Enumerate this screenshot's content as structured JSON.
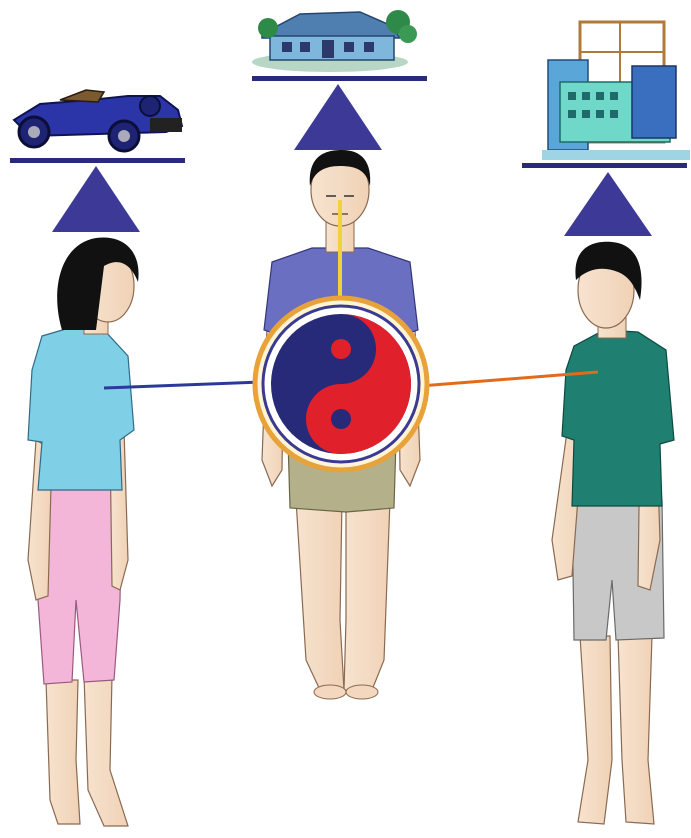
{
  "diagram": {
    "colors": {
      "background": "#ffffff",
      "platform": "#2a2a7a",
      "triangle": "#3c3a96",
      "yin_yang_dark": "#262a78",
      "yin_yang_red": "#e0202a",
      "ring_gold": "#e8a23a",
      "line_blue": "#2b3a9a",
      "line_orange": "#e26a1c",
      "line_yellow": "#f2d23a"
    },
    "objects": [
      {
        "name": "car",
        "icon": "vintage-car-icon"
      },
      {
        "name": "house",
        "icon": "house-icon"
      },
      {
        "name": "building",
        "icon": "building-icon"
      }
    ],
    "people": [
      {
        "name": "woman",
        "shirt": "#7fd0e6",
        "pants": "#f4b6d8",
        "hair": "#111111"
      },
      {
        "name": "center-person",
        "shirt": "#6a6fc2",
        "shorts": "#b4b08a",
        "hair": "#111111"
      },
      {
        "name": "man",
        "shirt": "#1f7f70",
        "shorts": "#c8c8c8",
        "hair": "#111111"
      }
    ],
    "symbol": "yin-yang-icon"
  }
}
